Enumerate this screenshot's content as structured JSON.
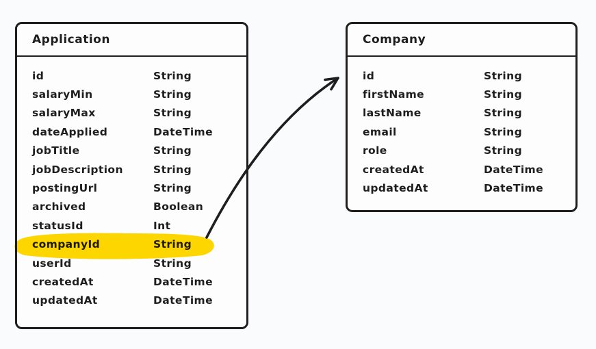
{
  "diagram": {
    "background_color": "#fafbfc",
    "ink_color": "#1e1e1e",
    "card_background_color": "#fdfdfe",
    "highlight_color": "#ffd800"
  },
  "entities": [
    {
      "name": "Application",
      "fields": [
        {
          "name": "id",
          "type": "String"
        },
        {
          "name": "salaryMin",
          "type": "String"
        },
        {
          "name": "salaryMax",
          "type": "String"
        },
        {
          "name": "dateApplied",
          "type": "DateTime"
        },
        {
          "name": "jobTitle",
          "type": "String"
        },
        {
          "name": "jobDescription",
          "type": "String"
        },
        {
          "name": "postingUrl",
          "type": "String"
        },
        {
          "name": "archived",
          "type": "Boolean"
        },
        {
          "name": "statusId",
          "type": "Int"
        },
        {
          "name": "companyId",
          "type": "String",
          "highlighted": true
        },
        {
          "name": "userId",
          "type": "String"
        },
        {
          "name": "createdAt",
          "type": "DateTime"
        },
        {
          "name": "updatedAt",
          "type": "DateTime"
        }
      ]
    },
    {
      "name": "Company",
      "fields": [
        {
          "name": "id",
          "type": "String"
        },
        {
          "name": "firstName",
          "type": "String"
        },
        {
          "name": "lastName",
          "type": "String"
        },
        {
          "name": "email",
          "type": "String"
        },
        {
          "name": "role",
          "type": "String"
        },
        {
          "name": "createdAt",
          "type": "DateTime"
        },
        {
          "name": "updatedAt",
          "type": "DateTime"
        }
      ]
    }
  ],
  "connector": {
    "from_entity": "Application",
    "from_field": "companyId",
    "to_entity": "Company"
  }
}
